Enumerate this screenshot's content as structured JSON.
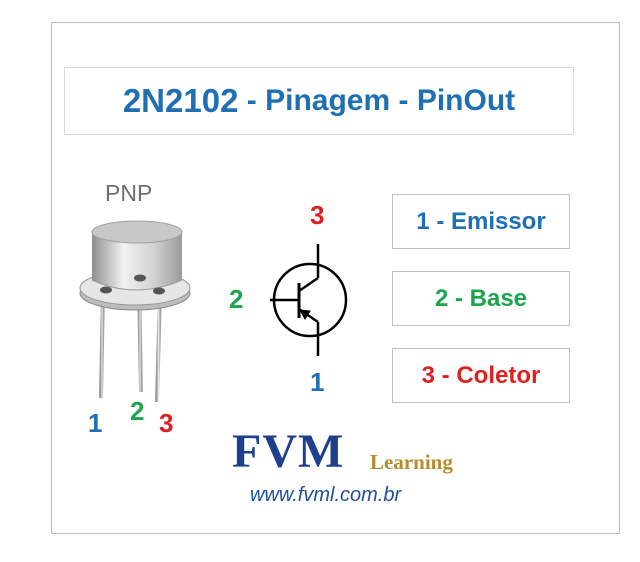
{
  "title": {
    "part_number": "2N2102",
    "sep1": " - ",
    "pinagem": "Pinagem",
    "sep2": " - ",
    "pinout": "PinOut"
  },
  "package_type": "PNP",
  "pin_labels": [
    {
      "text": "1 - Emissor",
      "color": "#1f6fb5"
    },
    {
      "text": "2 - Base",
      "color": "#1aa64a"
    },
    {
      "text": "3 - Coletor",
      "color": "#e02020"
    }
  ],
  "pin_numbers": {
    "package": {
      "p1": "1",
      "p2": "2",
      "p3": "3"
    },
    "symbol": {
      "collector": "3",
      "base": "2",
      "emitter": "1"
    }
  },
  "colors": {
    "title": "#1f6fb5",
    "pin1": "#1f6fb5",
    "pin2": "#1aa64a",
    "pin3": "#e02020",
    "logo": "#1e3f8c",
    "logo_sub": "#b58d2e"
  },
  "logo": {
    "main": "FVM",
    "sub": "Learning"
  },
  "url": "www.fvml.com.br"
}
